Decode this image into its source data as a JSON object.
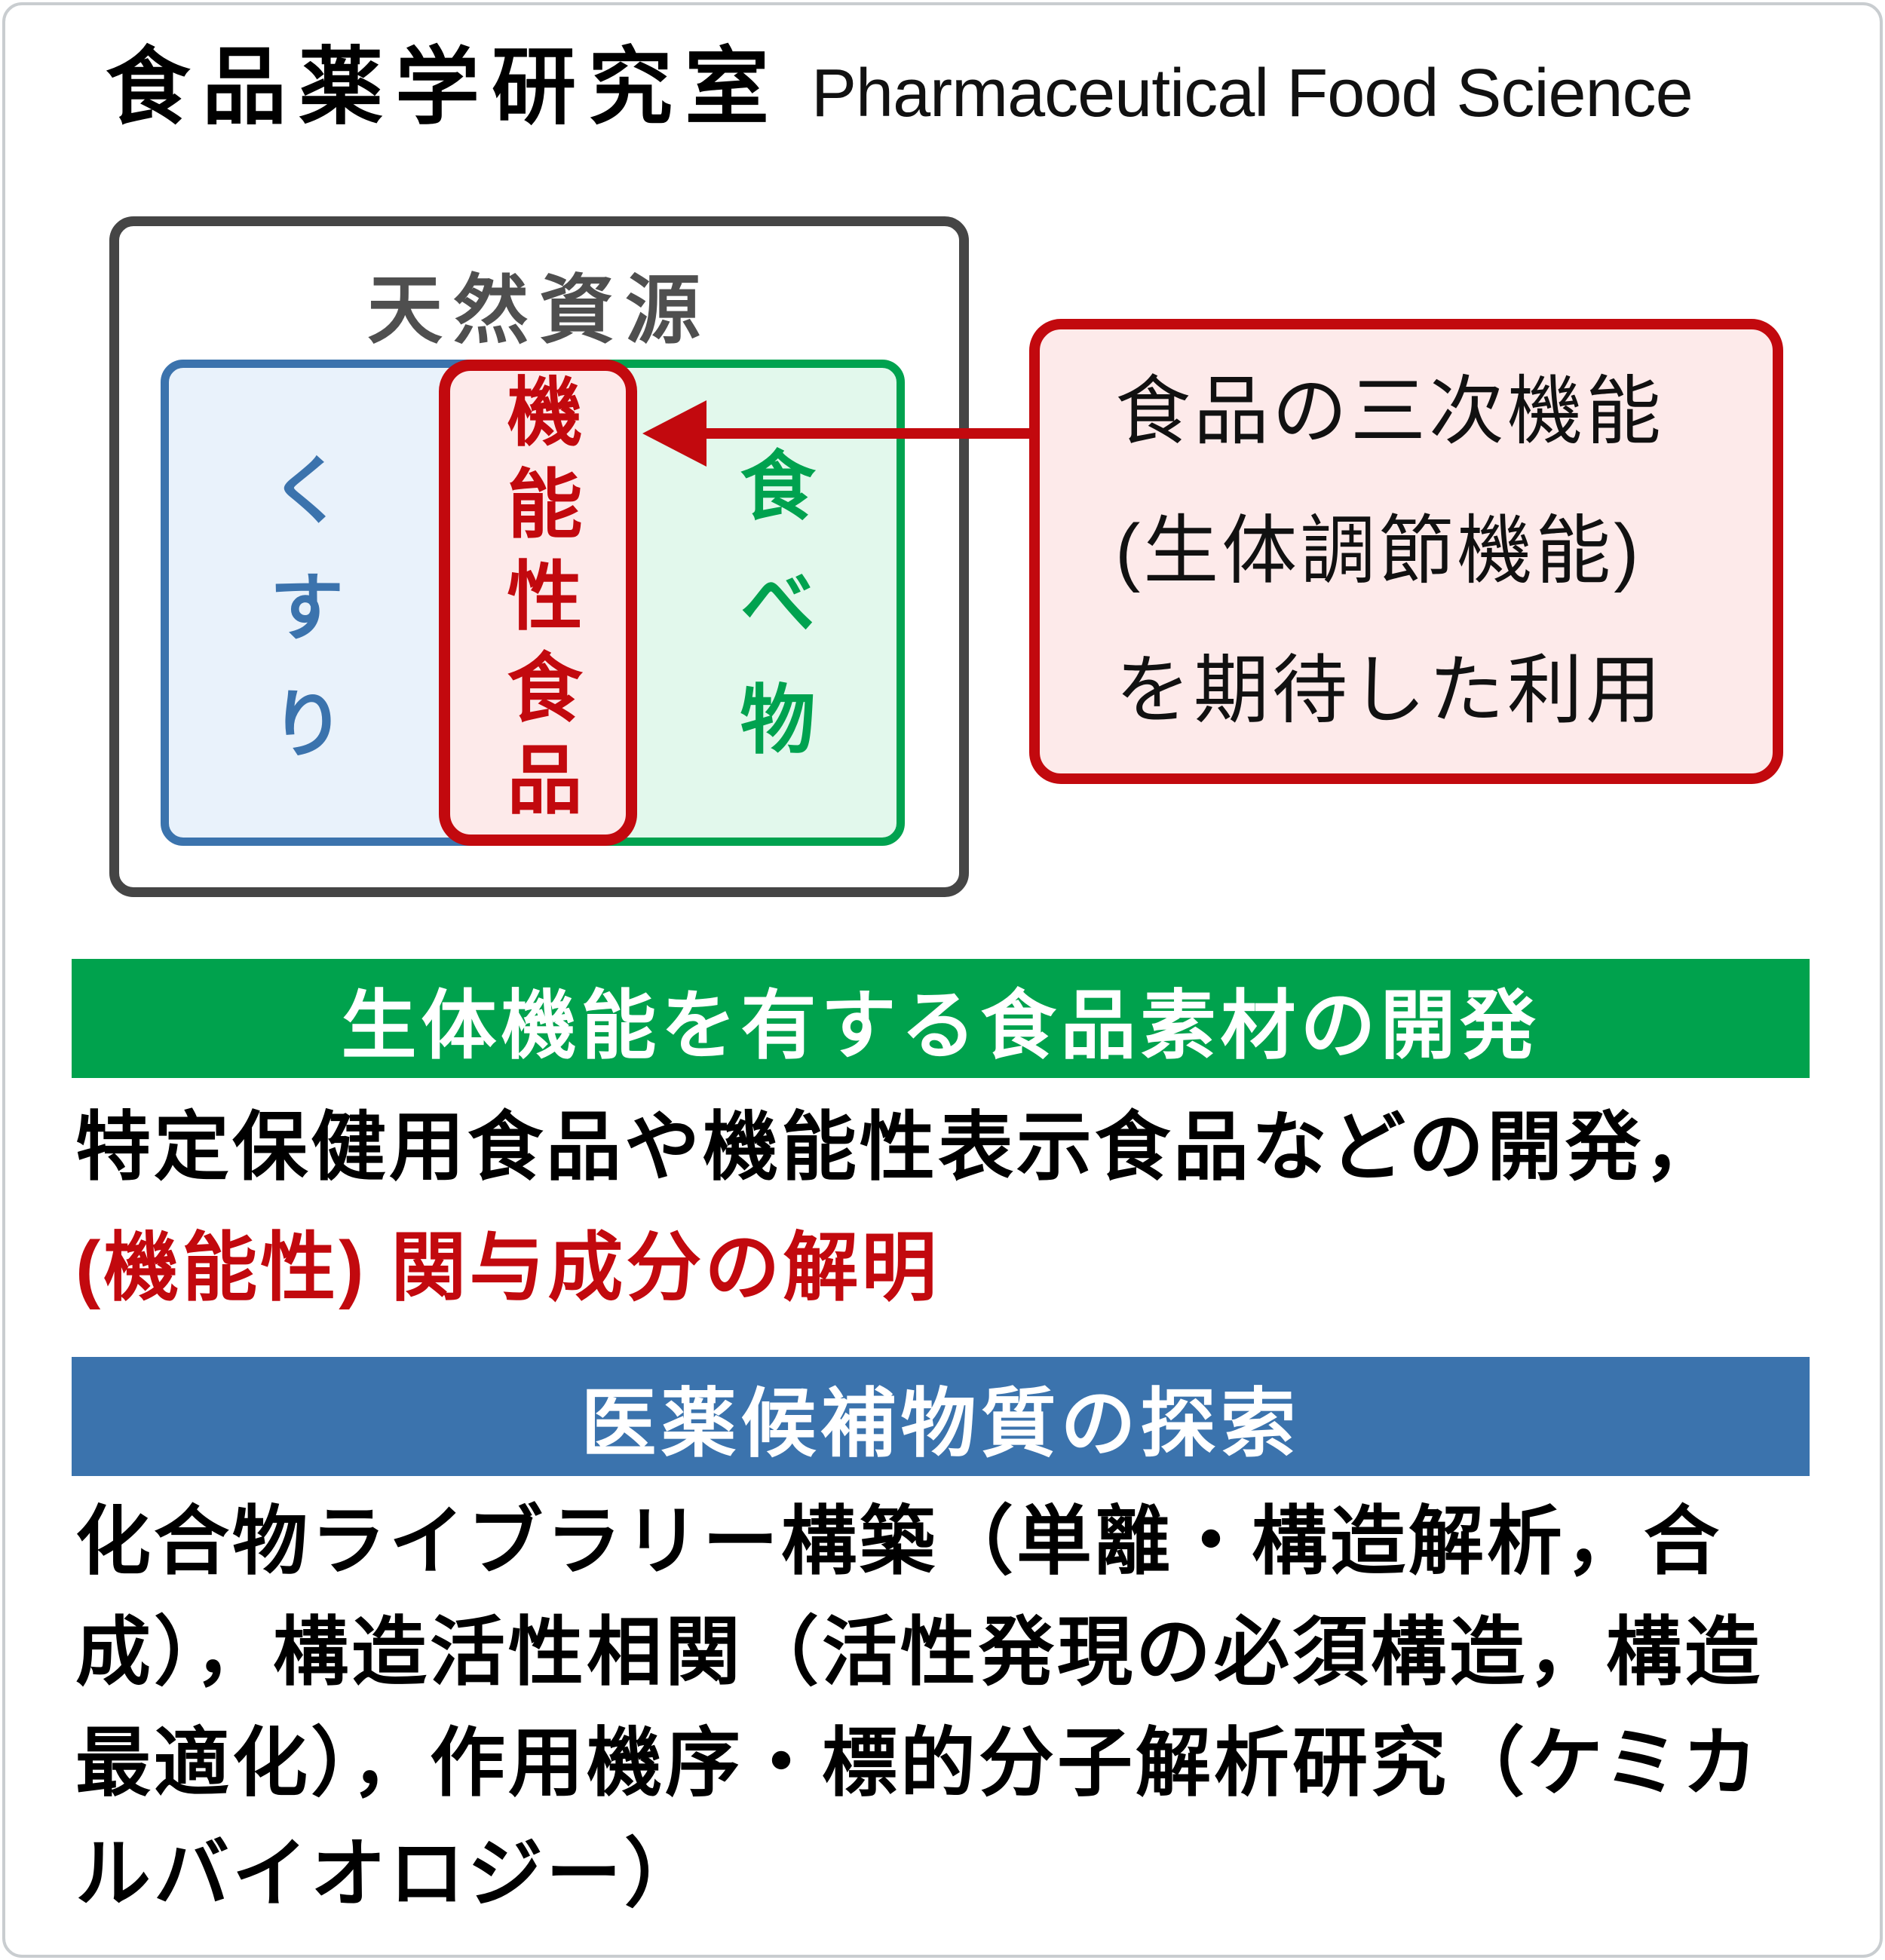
{
  "header": {
    "title_jp": "食品薬学研究室",
    "title_en": "Pharmaceutical Food Science"
  },
  "venn": {
    "outer_label": "天然資源",
    "drug_label": "くすり",
    "functional_food_label": "機能性食品",
    "food_label": "食べ物"
  },
  "annotation": {
    "lines": [
      "食品の三次機能",
      "(生体調節機能)",
      "を期待した利用"
    ]
  },
  "sections": [
    {
      "banner": "生体機能を有する食品素材の開発",
      "body_black": "特定保健用食品や機能性表示食品などの開発，",
      "body_red": "(機能性) 関与成分の解明"
    },
    {
      "banner": "医薬候補物質の探索",
      "body": "化合物ライブラリー構築（単離・構造解析，合成），構造活性相関（活性発現の必須構造，構造最適化），作用機序・標的分子解析研究（ケミカルバイオロジー）"
    }
  ],
  "colors": {
    "accent_red": "#c2090e",
    "banner_green": "#00a24d",
    "banner_blue": "#3b73ad",
    "box_blue_border": "#3b73ad",
    "box_blue_fill": "#e9f2fb",
    "box_green_border": "#00a24f",
    "box_green_fill": "#e2f8ec",
    "box_red_fill": "#fdeaea",
    "outer_box_border": "#454545",
    "label_gray": "#4f4f4f",
    "frame_border": "#c9cdd0"
  }
}
